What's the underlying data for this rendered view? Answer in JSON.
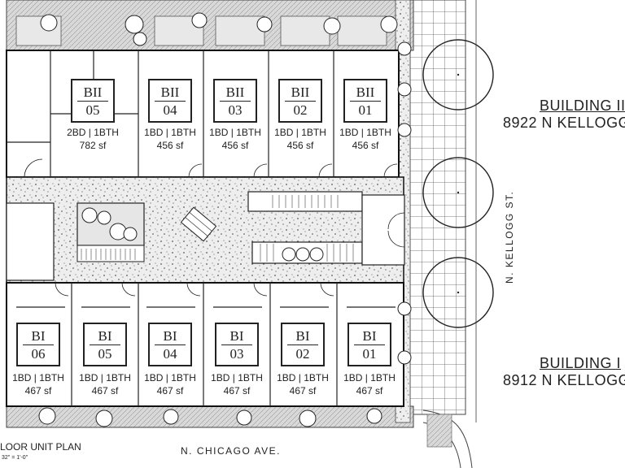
{
  "units_north": [
    {
      "building": "BII",
      "number": "05",
      "layout": "2BD | 1BTH",
      "area": "782 sf"
    },
    {
      "building": "BII",
      "number": "04",
      "layout": "1BD | 1BTH",
      "area": "456 sf"
    },
    {
      "building": "BII",
      "number": "03",
      "layout": "1BD | 1BTH",
      "area": "456 sf"
    },
    {
      "building": "BII",
      "number": "02",
      "layout": "1BD | 1BTH",
      "area": "456 sf"
    },
    {
      "building": "BII",
      "number": "01",
      "layout": "1BD | 1BTH",
      "area": "456 sf"
    }
  ],
  "units_south": [
    {
      "building": "BI",
      "number": "06",
      "layout": "1BD | 1BTH",
      "area": "467 sf"
    },
    {
      "building": "BI",
      "number": "05",
      "layout": "1BD | 1BTH",
      "area": "467 sf"
    },
    {
      "building": "BI",
      "number": "04",
      "layout": "1BD | 1BTH",
      "area": "467 sf"
    },
    {
      "building": "BI",
      "number": "03",
      "layout": "1BD | 1BTH",
      "area": "467 sf"
    },
    {
      "building": "BI",
      "number": "02",
      "layout": "1BD | 1BTH",
      "area": "467 sf"
    },
    {
      "building": "BI",
      "number": "01",
      "layout": "1BD | 1BTH",
      "area": "467 sf"
    }
  ],
  "building_2": {
    "name": "BUILDING II",
    "address": "8922 N KELLOGG"
  },
  "building_1": {
    "name": "BUILDING I",
    "address": "8912 N KELLOGG"
  },
  "streets": {
    "east": "N. KELLOGG ST.",
    "south": "N. CHICAGO AVE."
  },
  "caption": {
    "title": "LOOR UNIT PLAN",
    "scale": "32\" = 1'-0\""
  }
}
